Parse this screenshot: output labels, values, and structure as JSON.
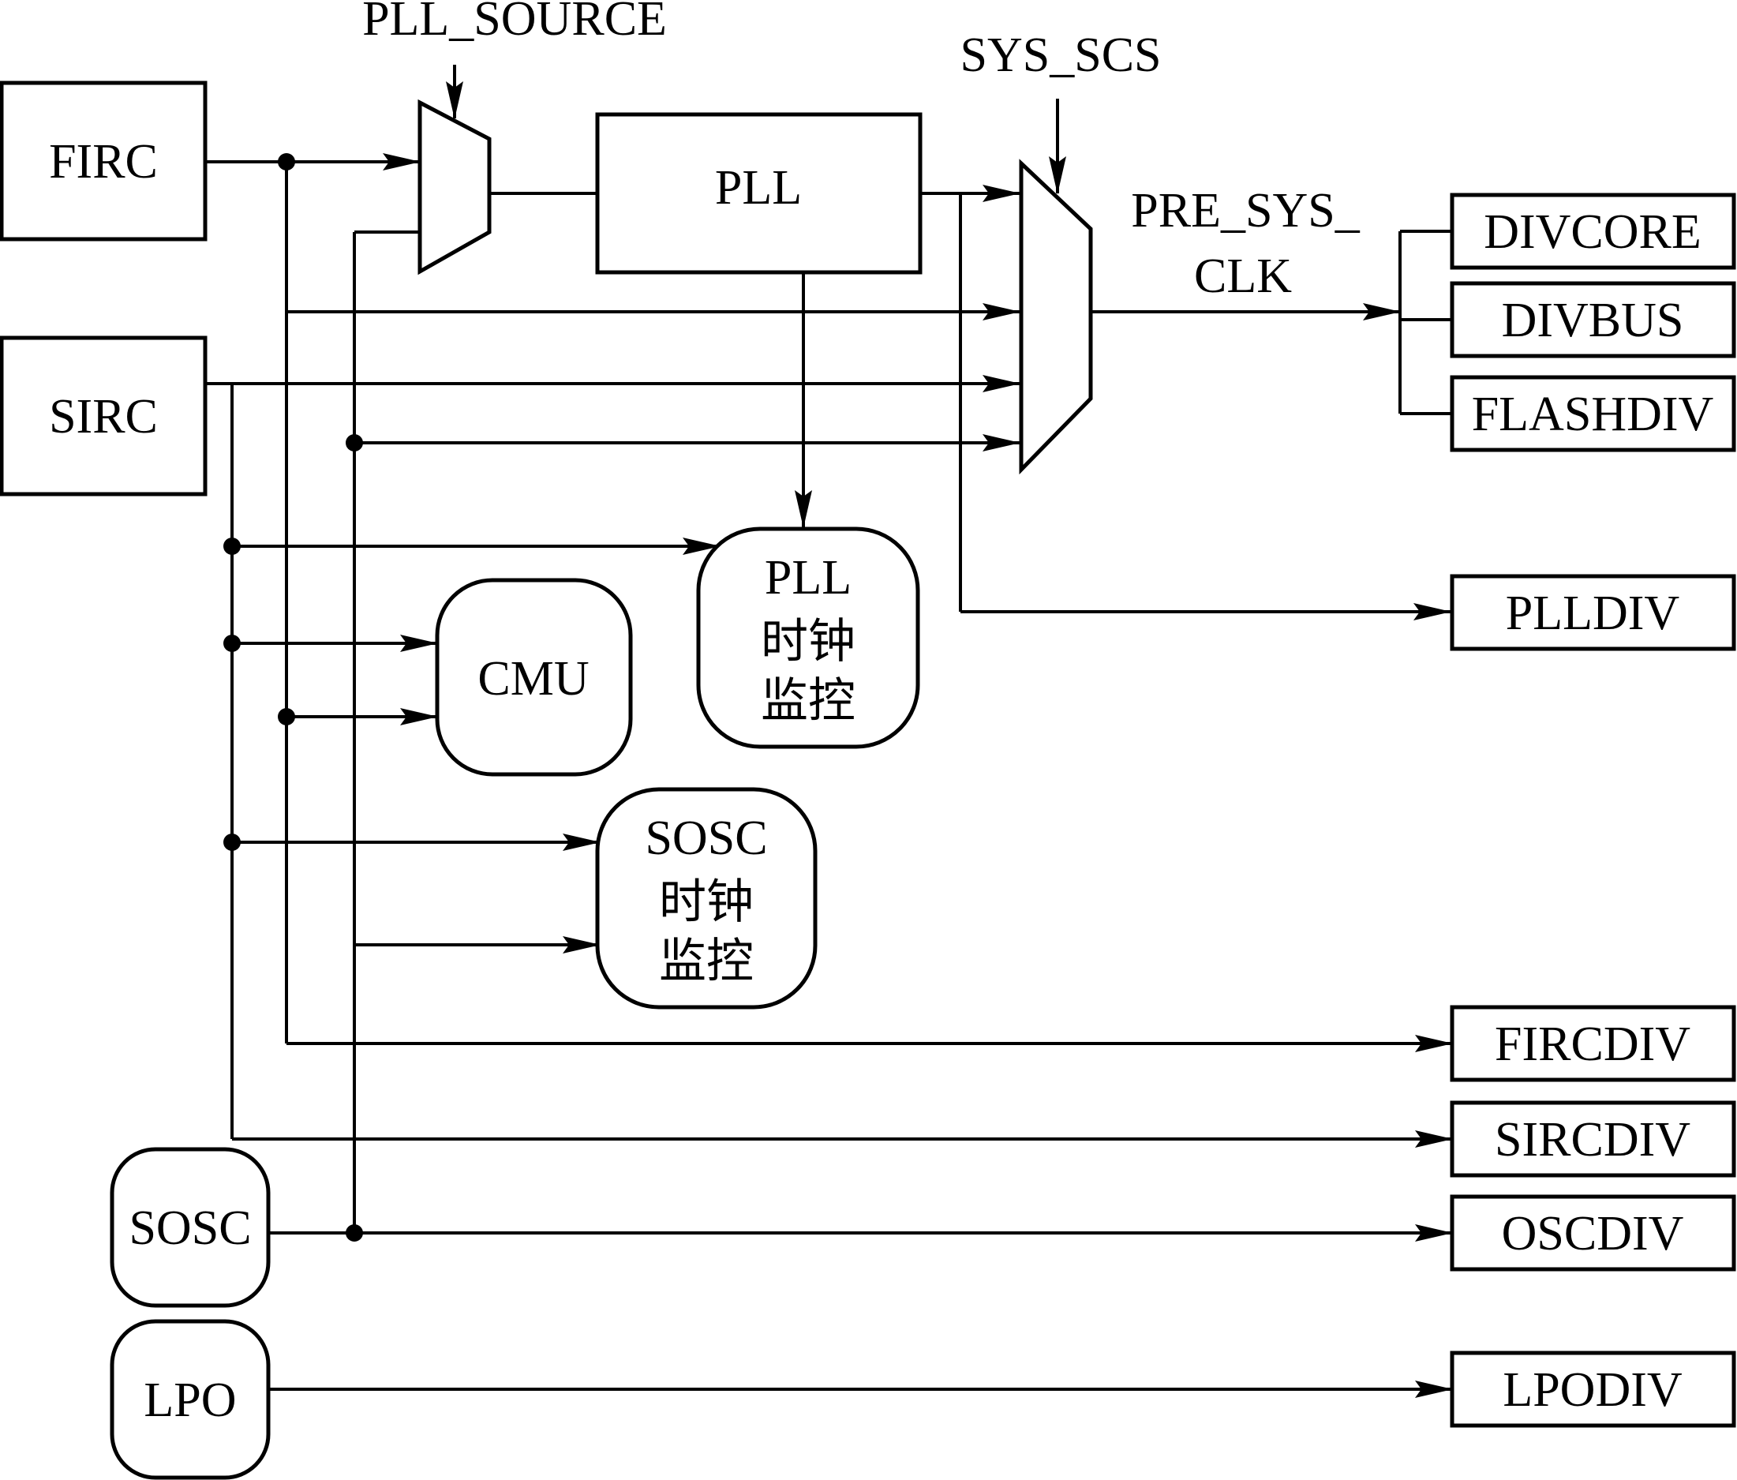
{
  "blocks": {
    "firc": "FIRC",
    "sirc": "SIRC",
    "pll": "PLL",
    "sosc": "SOSC",
    "lpo": "LPO",
    "cmu": "CMU",
    "pll_monitor": [
      "PLL",
      "时钟",
      "监控"
    ],
    "sosc_monitor": [
      "SOSC",
      "时钟",
      "监控"
    ]
  },
  "muxes": {
    "pll_source": "PLL_SOURCE",
    "sys_scs": "SYS_SCS"
  },
  "signals": {
    "pre_sys_clk": [
      "PRE_SYS_",
      "CLK"
    ]
  },
  "dividers": {
    "divcore": "DIVCORE",
    "divbus": "DIVBUS",
    "flashdiv": "FLASHDIV",
    "plldiv": "PLLDIV",
    "fircdiv": "FIRCDIV",
    "sircdiv": "SIRCDIV",
    "oscdiv": "OSCDIV",
    "lpodiv": "LPODIV"
  }
}
